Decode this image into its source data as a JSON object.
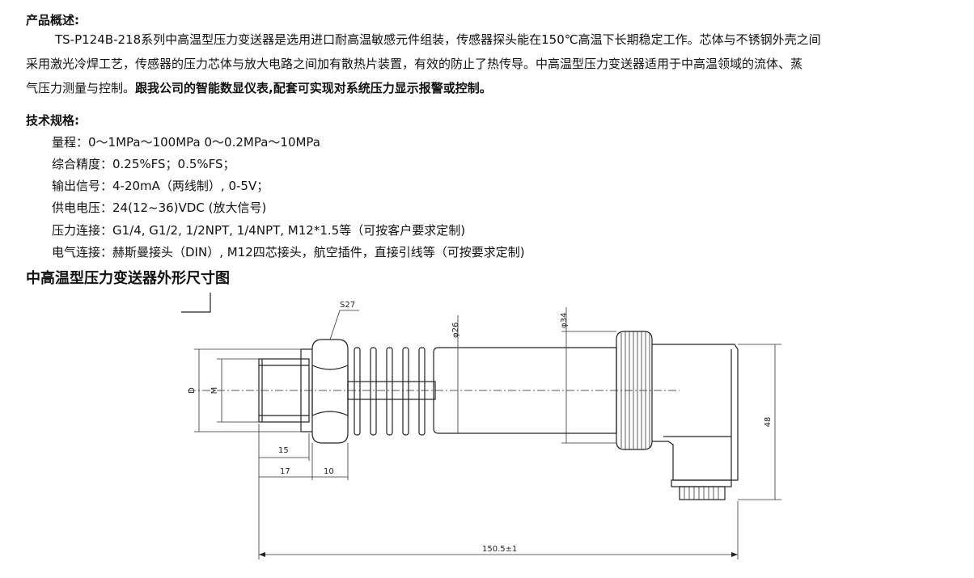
{
  "overview": {
    "heading": "产品概述:",
    "line1": "TS-P124B-218系列中高温型压力变送器是选用进口耐高温敏感元件组装，传感器探头能在150℃高温下长期稳定工作。芯体与不锈钢外壳之间",
    "line2": "采用激光冷焊工艺，传感器的压力芯体与放大电路之间加有散热片装置，有效的防止了热传导。中高温型压力变送器适用于中高温领域的流体、蒸",
    "line3_normal": "气压力测量与控制。",
    "line3_bold": "跟我公司的智能数显仪表,配套可实现对系统压力显示报警或控制。"
  },
  "specs": {
    "heading": "技术规格:",
    "items": [
      "量程：0～1MPa～100MPa 0～0.2MPa～10MPa",
      "综合精度：0.25%FS；0.5%FS；",
      "输出信号：4-20mA（两线制）, 0-5V；",
      "供电电压：24(12~36)VDC (放大信号)",
      "压力连接：G1/4, G1/2, 1/2NPT, 1/4NPT, M12*1.5等（可按客户要求定制)",
      "电气连接：赫斯曼接头（DIN）, M12四芯接头，航空插件，直接引线等（可按要求定制)"
    ]
  },
  "drawing": {
    "title": "中高温型压力变送器外形尺寸图",
    "labels": {
      "hex": "S27",
      "d26": "φ26",
      "d34": "φ34",
      "D": "D",
      "M": "M",
      "dim15": "15",
      "dim17": "17",
      "dim10": "10",
      "dim48": "48",
      "total": "150.5±1"
    }
  }
}
